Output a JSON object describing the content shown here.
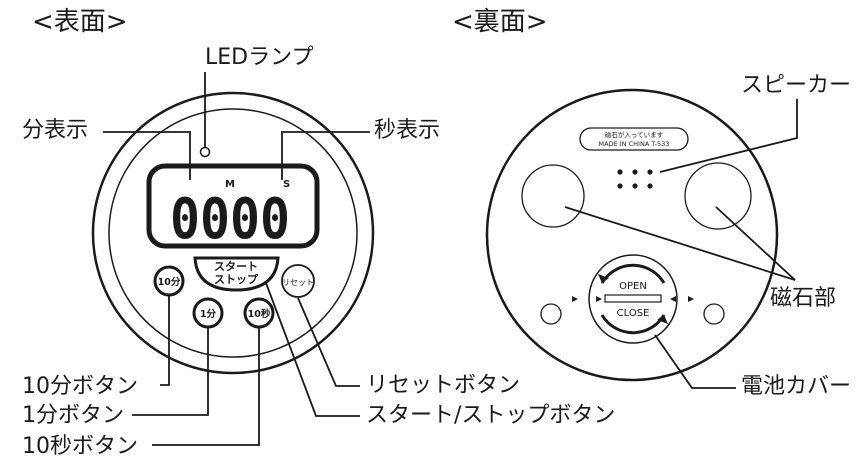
{
  "front": {
    "heading": "<表面>",
    "display_digits": "0000",
    "minute_unit": "M",
    "second_unit": "S",
    "button_start_stop_line1": "スタート",
    "button_start_stop_line2": "ストップ",
    "button_10min": "10分",
    "button_1min": "1分",
    "button_10sec": "10秒",
    "button_reset": "リセット",
    "labels": {
      "led_lamp": "LEDランプ",
      "minute_display": "分表示",
      "second_display": "秒表示",
      "ten_min_button": "10分ボタン",
      "one_min_button": "1分ボタン",
      "ten_sec_button": "10秒ボタン",
      "reset_button": "リセットボタン",
      "start_stop_button": "スタート/ストップボタン"
    }
  },
  "back": {
    "heading": "<裏面>",
    "magnet_note_line1": "磁石が入っています",
    "magnet_note_line2": "MADE IN CHINA  T-533",
    "open_text": "OPEN",
    "close_text": "CLOSE",
    "labels": {
      "speaker": "スピーカー",
      "magnet": "磁石部",
      "battery_cover": "電池カバー"
    }
  }
}
